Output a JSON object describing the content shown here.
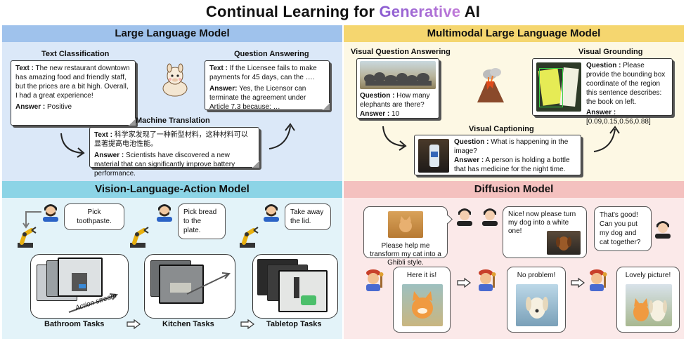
{
  "title": {
    "prefix": "Continual Learning for ",
    "highlight": "Generative",
    "suffix": " AI"
  },
  "llm": {
    "header": "Large Language Model",
    "text_classification": {
      "label": "Text Classification",
      "text_key": "Text :",
      "text": "The new restaurant downtown has amazing food and friendly staff, but the prices are a bit high. Overall, I had a great experience!",
      "answer_key": "Answer :",
      "answer": "Positive"
    },
    "question_answering": {
      "label": "Question Answering",
      "text_key": "Text :",
      "text": "If the Licensee fails to make payments for 45 days, can the ….",
      "answer_key": "Answer:",
      "answer": "Yes, the Licensor can terminate the agreement under Article 7.3 because: …"
    },
    "machine_translation": {
      "label": "Machine Translation",
      "text_key": "Text :",
      "text": "科学家发现了一种新型材料，这种材料可以显著提高电池性能。",
      "answer_key": "Answer :",
      "answer": "Scientists have discovered a new material that can significantly improve battery performance."
    }
  },
  "mllm": {
    "header": "Multimodal Large Language Model",
    "vqa": {
      "label": "Visual Question Answering",
      "question_key": "Question :",
      "question": "How many elephants are there?",
      "answer_key": "Answer :",
      "answer": "10"
    },
    "grounding": {
      "label": "Visual Grounding",
      "question_key": "Question :",
      "question": "Please provide the bounding box coordinate of the region this sentence describes: the book on left.",
      "answer_key": "Answer :",
      "answer": "[0.09,0.15,0.56,0.88]"
    },
    "captioning": {
      "label": "Visual Captioning",
      "question_key": "Question :",
      "question": "What is happening in the image?",
      "answer_key": "Answer :",
      "answer": "A person is holding a bottle that has medicine for the night time."
    }
  },
  "vla": {
    "header": "Vision-Language-Action Model",
    "bubbles": [
      "Pick toothpaste.",
      "Pick bread to the plate.",
      "Take away the lid."
    ],
    "action_stream": "Action stream",
    "tasks": [
      "Bathroom Tasks",
      "Kitchen Tasks",
      "Tabletop Tasks"
    ]
  },
  "diffusion": {
    "header": "Diffusion Model",
    "user_msgs": [
      "Please help me transform my cat into a Ghibli style.",
      "Nice! now please turn my dog into a white one!",
      "That's good! Can you put my dog and cat together?"
    ],
    "bot_msgs": [
      "Here it is!",
      "No problem!",
      "Lovely picture!"
    ]
  },
  "colors": {
    "llm_head": "#9fc2ec",
    "mllm_head": "#f5d66f",
    "vla_head": "#8cd4e6",
    "diffusion_head": "#f4c1bf",
    "generative_gradient": [
      "#8a5cd1",
      "#c07ad8"
    ]
  },
  "icons": [
    "alpaca-icon",
    "volcano-icon",
    "robot-arm-icon",
    "user-avatar-icon",
    "painter-avatar-icon",
    "curved-arrow-icon",
    "double-arrow-icon"
  ]
}
